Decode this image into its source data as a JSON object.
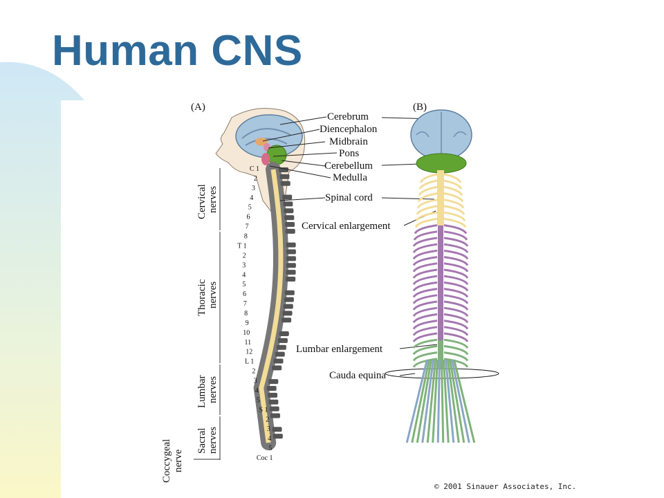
{
  "slide": {
    "title": "Human CNS",
    "copyright": "© 2001 Sinauer Associates, Inc."
  },
  "figure": {
    "panel_a_label": "(A)",
    "panel_b_label": "(B)",
    "labels": {
      "cerebrum": "Cerebrum",
      "diencephalon": "Diencephalon",
      "midbrain": "Midbrain",
      "pons": "Pons",
      "cerebellum": "Cerebellum",
      "medulla": "Medulla",
      "spinal_cord": "Spinal cord",
      "cervical_enlargement": "Cervical enlargement",
      "lumbar_enlargement": "Lumbar enlargement",
      "cauda_equina": "Cauda equina"
    },
    "groups": {
      "cervical": [
        "Cervical",
        "nerves"
      ],
      "thoracic": [
        "Thoracic",
        "nerves"
      ],
      "lumbar": [
        "Lumbar",
        "nerves"
      ],
      "sacral": [
        "Sacral",
        "nerves"
      ],
      "coccygeal": [
        "Coccygeal",
        "nerve"
      ]
    },
    "vertebrae": [
      "C 1",
      "2",
      "3",
      "4",
      "5",
      "6",
      "7",
      "8",
      "T 1",
      "2",
      "3",
      "4",
      "5",
      "6",
      "7",
      "8",
      "9",
      "10",
      "11",
      "12",
      "L 1",
      "2",
      "3",
      "4",
      "5",
      "S 1",
      "2",
      "3",
      "4",
      "5",
      "Coc 1"
    ],
    "colors": {
      "title": "#2e6a99",
      "cerebrum": "#a9c6df",
      "cerebellum": "#5c9e2e",
      "cervical": "#f2dc97",
      "thoracic": "#a476b0",
      "lumbar": "#7fb27a",
      "sacral": "#8aa6c7"
    }
  }
}
